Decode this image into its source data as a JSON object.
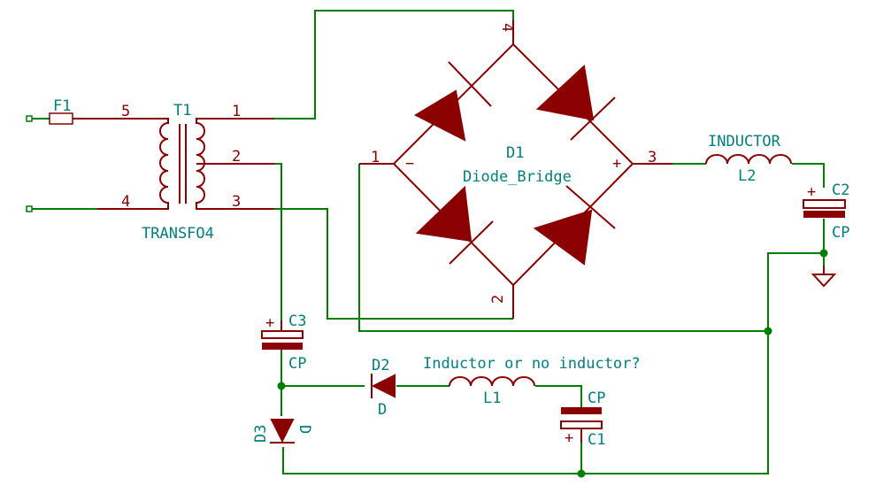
{
  "components": {
    "F1": {
      "ref": "F1"
    },
    "T1": {
      "ref": "T1",
      "value": "TRANSFO4",
      "pins": [
        "1",
        "2",
        "3",
        "4",
        "5"
      ]
    },
    "D1": {
      "ref": "D1",
      "value": "Diode_Bridge",
      "pins": [
        "1",
        "2",
        "3",
        "4"
      ],
      "plus": "+",
      "minus": "−"
    },
    "L2": {
      "ref": "L2",
      "value": "INDUCTOR"
    },
    "C2": {
      "ref": "C2",
      "value": "CP",
      "plus": "+"
    },
    "C3": {
      "ref": "C3",
      "value": "CP",
      "plus": "+"
    },
    "D2": {
      "ref": "D2",
      "value": "D"
    },
    "D3": {
      "ref": "D3",
      "value": "D"
    },
    "L1": {
      "ref": "L1",
      "value": "Inductor or no inductor?"
    },
    "C1": {
      "ref": "C1",
      "value": "CP",
      "plus": "+"
    }
  },
  "colors": {
    "wire": "#007f00",
    "symbol": "#8b0000",
    "reference": "#007f7f",
    "background": "#ffffff"
  },
  "icons": [
    "ground-icon",
    "fuse-icon",
    "diode-icon",
    "capacitor-icon",
    "inductor-icon",
    "transformer-icon"
  ]
}
